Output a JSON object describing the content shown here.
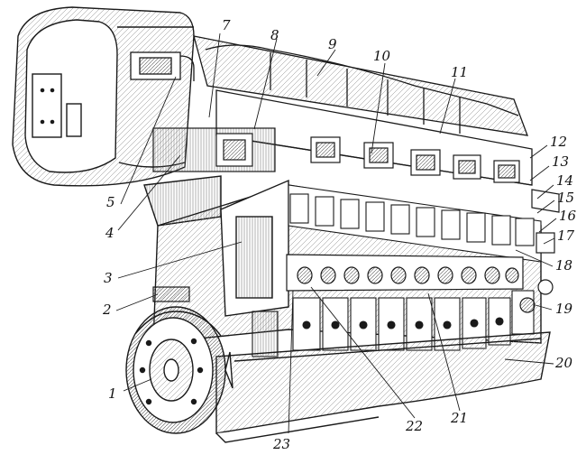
{
  "diagram": {
    "callouts": [
      {
        "id": "1",
        "text": "1"
      },
      {
        "id": "2",
        "text": "2"
      },
      {
        "id": "3",
        "text": "3"
      },
      {
        "id": "4",
        "text": "4"
      },
      {
        "id": "5",
        "text": "5"
      },
      {
        "id": "7",
        "text": "7"
      },
      {
        "id": "8",
        "text": "8"
      },
      {
        "id": "9",
        "text": "9"
      },
      {
        "id": "10",
        "text": "10"
      },
      {
        "id": "11",
        "text": "11"
      },
      {
        "id": "12",
        "text": "12"
      },
      {
        "id": "13",
        "text": "13"
      },
      {
        "id": "14",
        "text": "14"
      },
      {
        "id": "15",
        "text": "15"
      },
      {
        "id": "16",
        "text": "16"
      },
      {
        "id": "17",
        "text": "17"
      },
      {
        "id": "18",
        "text": "18"
      },
      {
        "id": "19",
        "text": "19"
      },
      {
        "id": "20",
        "text": "20"
      },
      {
        "id": "21",
        "text": "21"
      },
      {
        "id": "22",
        "text": "22"
      },
      {
        "id": "23",
        "text": "23"
      }
    ],
    "colors": {
      "ink": "#1a1a1a",
      "paper": "#ffffff",
      "shade": "#d9d9d9"
    }
  }
}
